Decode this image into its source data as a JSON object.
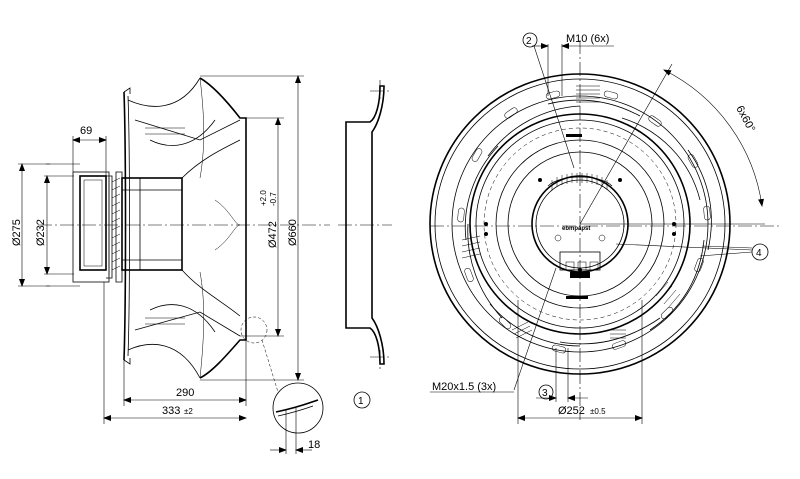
{
  "dimensions": {
    "dia_275": "Ø275",
    "dia_232": "Ø232",
    "width_69": "69",
    "dia_472": "Ø472",
    "tol_472_upper": "+2.0",
    "tol_472_lower": "-0.7",
    "dia_660": "Ø660",
    "len_290": "290",
    "len_333": "333",
    "tol_333": "±2",
    "detail_18": "18",
    "thread_m10": "M10 (6x)",
    "angle_6x60": "6x60°",
    "thread_m20": "M20x1.5 (3x)",
    "dia_252": "Ø252",
    "tol_252": "±0.5"
  },
  "callouts": {
    "c1": "1",
    "c2": "2",
    "c3": "3",
    "c4": "4"
  },
  "brand_mark": "ebmpapst",
  "accent_color": "#000000"
}
